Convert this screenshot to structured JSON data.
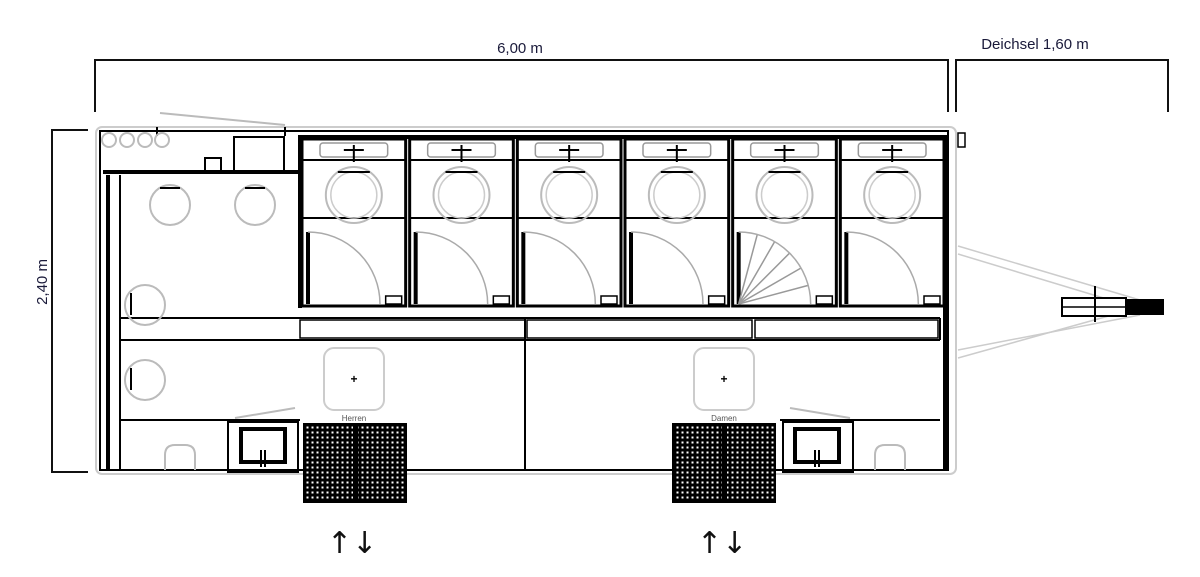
{
  "dimensions": {
    "length": "6,00 m",
    "drawbar": "Deichsel 1,60 m",
    "width": "2,40 m"
  },
  "rooms": {
    "men_label": "Herren",
    "women_label": "Damen",
    "cabin_count": 6
  },
  "entrances": {
    "men_arrows": "↑↓",
    "women_arrows": "↑↓"
  }
}
